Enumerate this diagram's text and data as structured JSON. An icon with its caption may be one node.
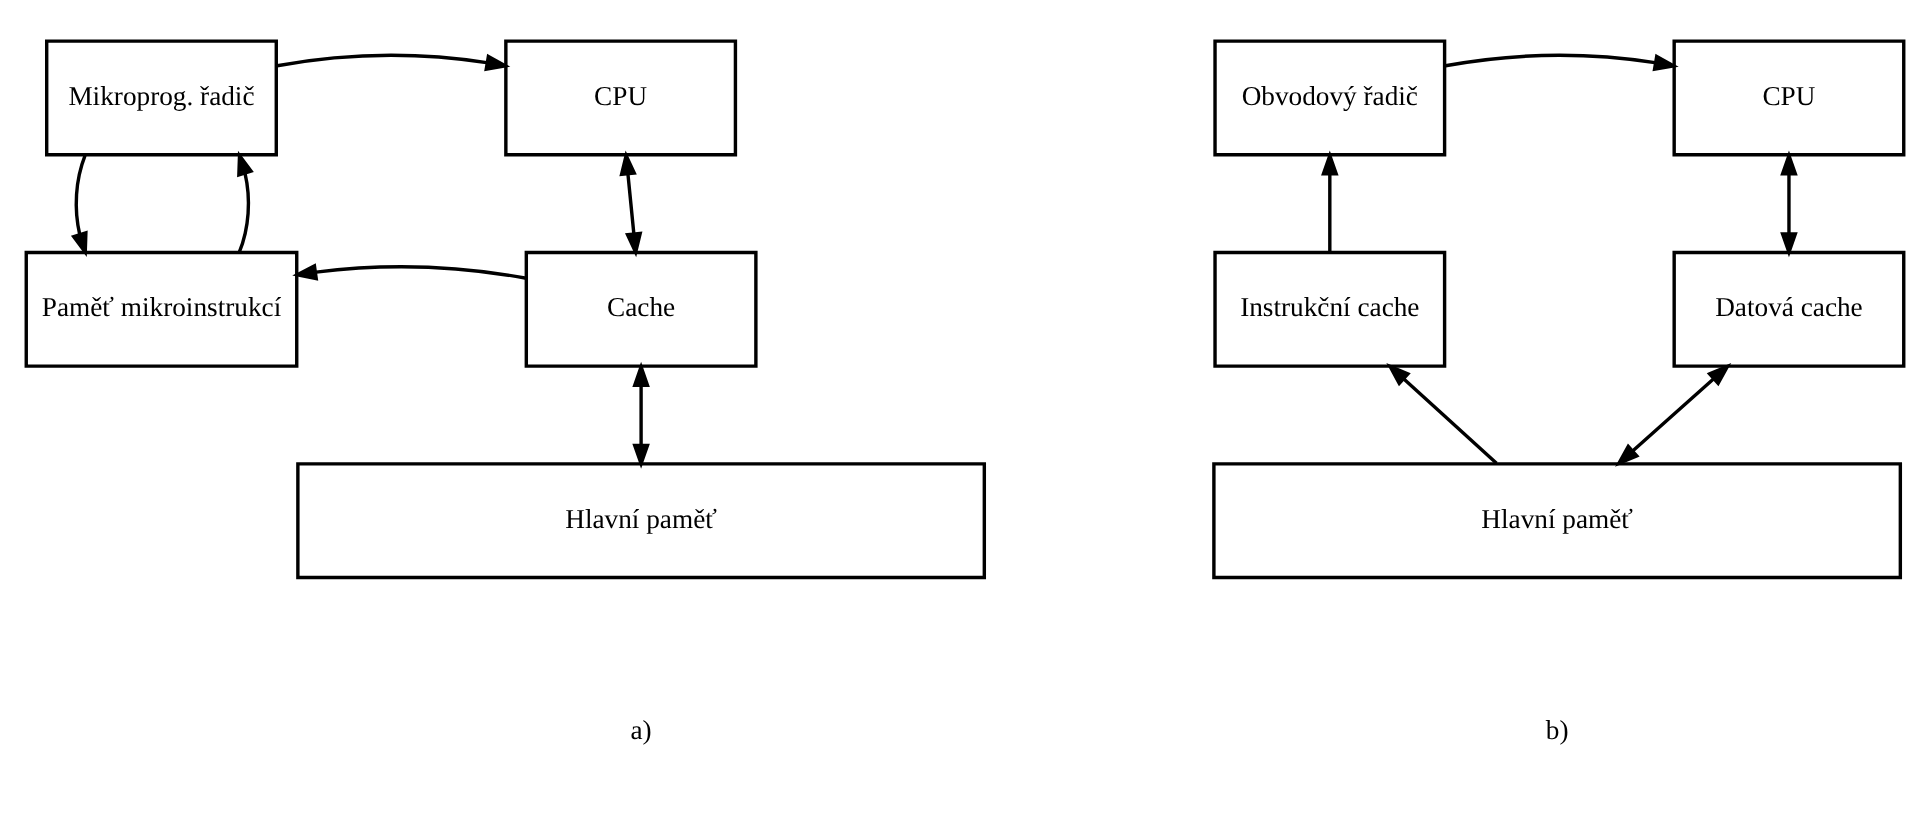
{
  "diagram": {
    "nodes": [
      {
        "text": [
          "Mikroprog. řadič"
        ]
      },
      {
        "text": [
          "CPU"
        ]
      },
      {
        "text": [
          "Paměť mikroinstrukcí"
        ]
      },
      {
        "text": [
          "Cache"
        ]
      },
      {
        "text": [
          "Hlavní paměť"
        ]
      },
      {
        "text": [
          "Obvodový řadič"
        ]
      },
      {
        "text": [
          "CPU"
        ]
      },
      {
        "text": [
          "Instrukční cache"
        ]
      },
      {
        "text": [
          "Datová cache"
        ]
      },
      {
        "text": [
          "Hlavní paměť"
        ]
      }
    ],
    "edges": [
      {
        "from": 0,
        "to": 1,
        "arrow": "to"
      },
      {
        "from": 0,
        "to": 2,
        "arrow": "to"
      },
      {
        "from": 2,
        "to": 0,
        "arrow": "to"
      },
      {
        "from": 1,
        "to": 3,
        "arrow": "both"
      },
      {
        "from": 3,
        "to": 2,
        "arrow": "to"
      },
      {
        "from": 3,
        "to": 4,
        "arrow": "both"
      },
      {
        "from": 5,
        "to": 6,
        "arrow": "to"
      },
      {
        "from": 7,
        "to": 5,
        "arrow": "to"
      },
      {
        "from": 6,
        "to": 8,
        "arrow": "both"
      },
      {
        "from": 9,
        "to": 7,
        "arrow": "to"
      },
      {
        "from": 8,
        "to": 9,
        "arrow": "both"
      }
    ],
    "labels": [
      "a)",
      "b)"
    ]
  }
}
